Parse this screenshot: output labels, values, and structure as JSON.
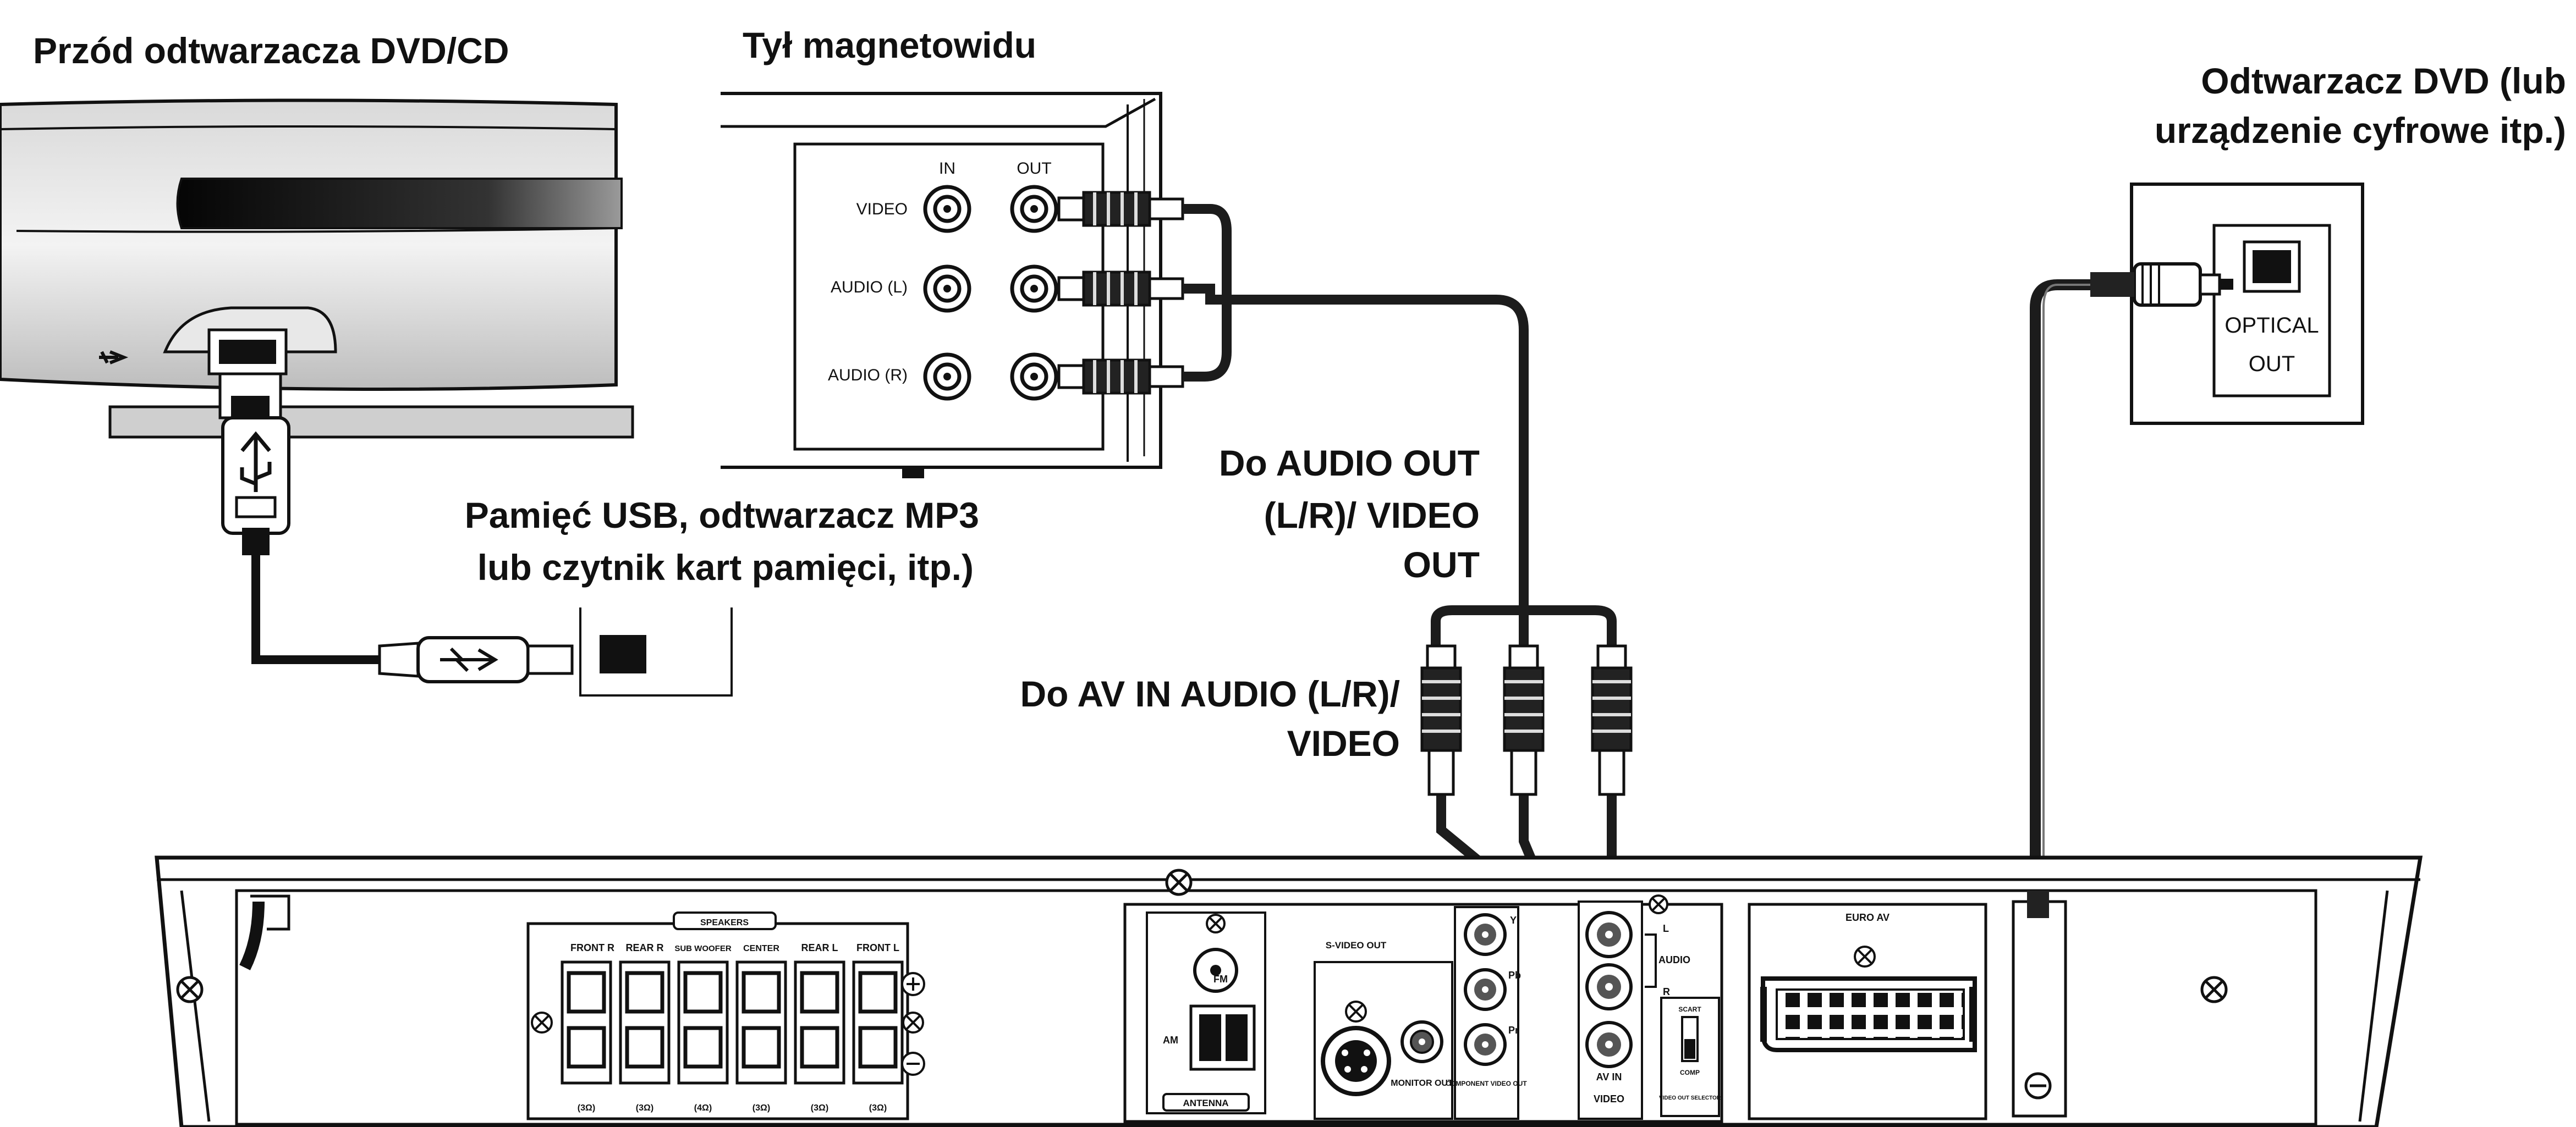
{
  "headings": {
    "dvd_front": "Przód odtwarzacza DVD/CD",
    "vcr_rear": "Tył magnetowidu",
    "dvd_player_line1": "Odtwarzacz DVD (lub",
    "dvd_player_line2": "urządzenie cyfrowe itp.)"
  },
  "labels": {
    "usb_line1": "Pamięć USB, odtwarzacz MP3",
    "usb_line2": "lub czytnik kart pamięci, itp.)",
    "to_audio_out_line1": "Do AUDIO OUT",
    "to_audio_out_line2": "(L/R)/ VIDEO",
    "to_audio_out_line3": "OUT",
    "to_av_in_line1": "Do AV IN AUDIO (L/R)/",
    "to_av_in_line2": "VIDEO"
  },
  "vcr_panel": {
    "in": "IN",
    "out": "OUT",
    "video": "VIDEO",
    "audio_l": "AUDIO (L)",
    "audio_r": "AUDIO (R)"
  },
  "optical_device": {
    "line1": "OPTICAL",
    "line2": "OUT"
  },
  "receiver_panel": {
    "speakers": "SPEAKERS",
    "front_r": "FRONT R",
    "rear_r": "REAR R",
    "sub_woofer": "SUB WOOFER",
    "center": "CENTER",
    "rear_l": "REAR L",
    "front_l": "FRONT L",
    "antenna": "ANTENNA",
    "fm": "FM",
    "am": "AM",
    "s_video_out": "S-VIDEO OUT",
    "monitor_out": "MONITOR OUT",
    "component_video_out": "COMPONENT VIDEO OUT",
    "y": "Y",
    "pb": "Pb",
    "pr": "Pr",
    "av_in": "AV IN",
    "video": "VIDEO",
    "audio": "AUDIO",
    "l": "L",
    "r": "R",
    "scart": "SCART",
    "comp": "COMP",
    "video_out_selector": "VIDEO OUT SELECTOR",
    "euro_av": "EURO AV",
    "impedance": [
      "(3Ω)",
      "(3Ω)",
      "(4Ω)",
      "(3Ω)",
      "(3Ω)",
      "(3Ω)"
    ]
  },
  "colors": {
    "line": "#111111",
    "device_fill": "#ffffff",
    "dark_fill": "#1a1a1a",
    "cable": "#1c1c1c"
  }
}
